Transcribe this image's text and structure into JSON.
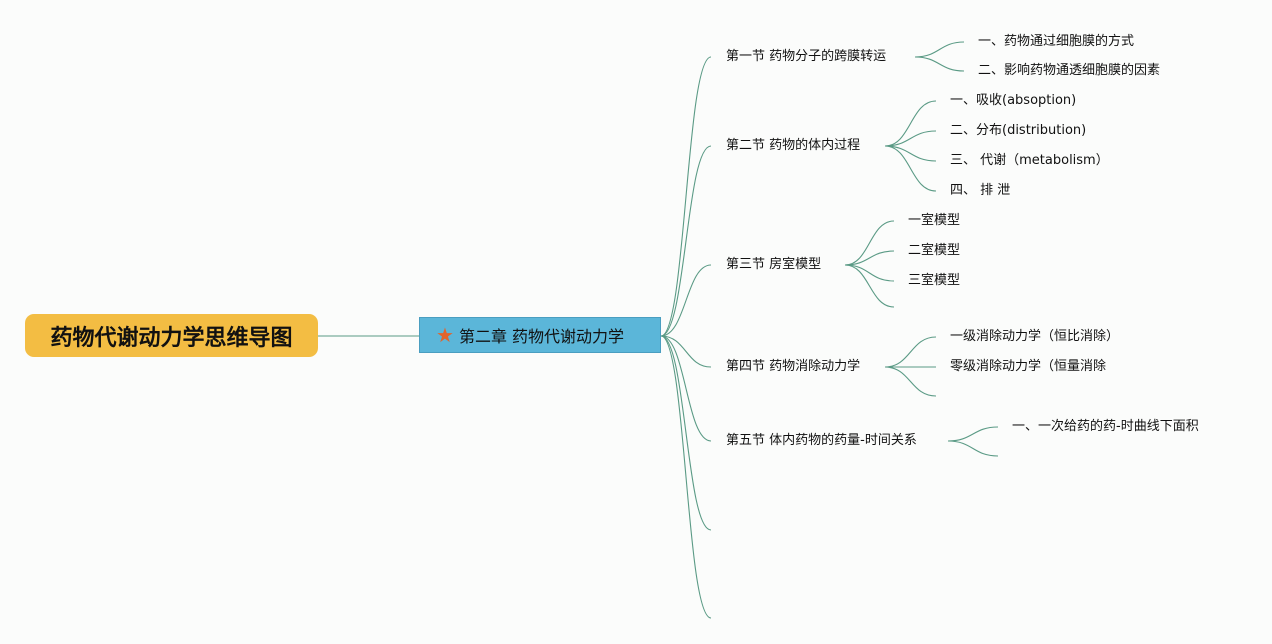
{
  "root": {
    "label": "药物代谢动力学思维导图"
  },
  "chapter": {
    "label": "第二章 药物代谢动力学",
    "icon": "star-icon",
    "icon_color": "#e2642c"
  },
  "colors": {
    "root_bg": "#f3bd43",
    "chapter_bg": "#5bb6d9",
    "line": "#5a9a85"
  },
  "sections": [
    {
      "label": "第一节 药物分子的跨膜转运",
      "children": [
        "一、药物通过细胞膜的方式",
        "二、影响药物通透细胞膜的因素"
      ]
    },
    {
      "label": "第二节 药物的体内过程",
      "children": [
        "一、吸收(absoption)",
        "二、分布(distribution)",
        "三、 代谢（metabolism）",
        "四、 排 泄"
      ]
    },
    {
      "label": "第三节 房室模型",
      "children": [
        "一室模型",
        "二室模型",
        "三室模型",
        ""
      ]
    },
    {
      "label": "第四节 药物消除动力学",
      "children": [
        "一级消除动力学（恒比消除）",
        "零级消除动力学（恒量消除",
        ""
      ]
    },
    {
      "label": "第五节 体内药物的药量-时间关系",
      "children": [
        "一、一次给药的药-时曲线下面积",
        ""
      ]
    },
    {
      "label": "",
      "children": []
    },
    {
      "label": "",
      "children": []
    }
  ]
}
